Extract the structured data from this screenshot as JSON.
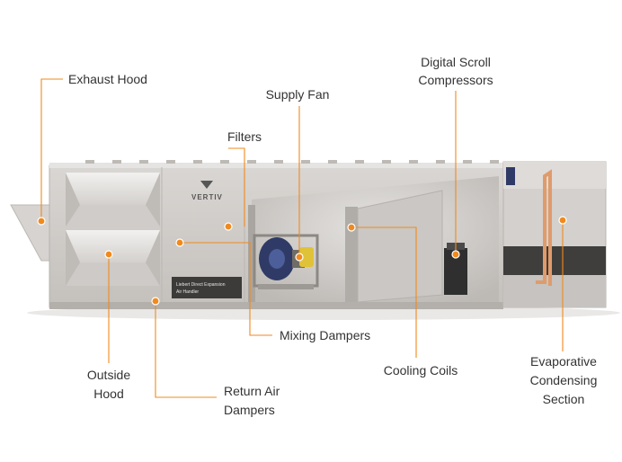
{
  "colors": {
    "accent": "#f08a1c",
    "unit_body": "#cfcbc7",
    "label_text": "#333333"
  },
  "unit": {
    "brand": "VERTIV",
    "plate_line1": "Liebert Direct Expansion",
    "plate_line2": "Air Handler"
  },
  "labels": {
    "exhaust_hood": "Exhaust Hood",
    "supply_fan": "Supply Fan",
    "filters": "Filters",
    "digital_scroll_line1": "Digital Scroll",
    "digital_scroll_line2": "Compressors",
    "mixing_dampers": "Mixing Dampers",
    "outside_hood_line1": "Outside",
    "outside_hood_line2": "Hood",
    "return_air_line1": "Return Air",
    "return_air_line2": "Dampers",
    "cooling_coils": "Cooling Coils",
    "evap_line1": "Evaporative",
    "evap_line2": "Condensing",
    "evap_line3": "Section"
  }
}
